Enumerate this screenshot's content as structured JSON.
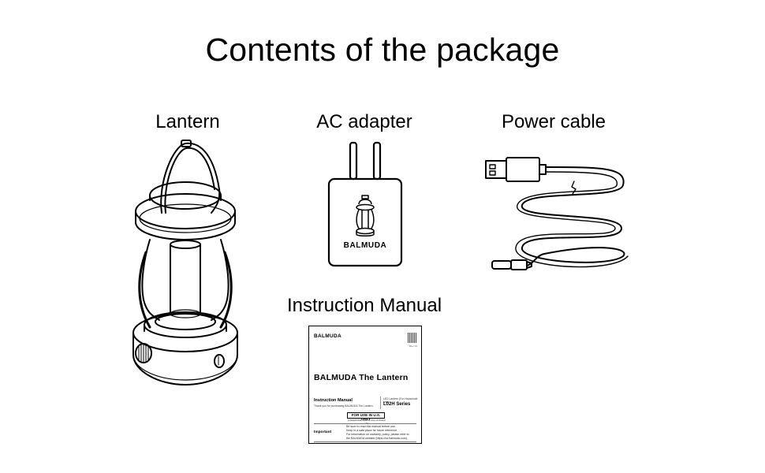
{
  "page": {
    "title": "Contents of the package"
  },
  "items": {
    "lantern": {
      "label": "Lantern"
    },
    "adapter": {
      "label": "AC adapter",
      "brand": "BALMUDA"
    },
    "cable": {
      "label": "Power cable"
    },
    "manual": {
      "label": "Instruction Manual",
      "brand": "BALMUDA",
      "revision": "Rev. 01",
      "product": "BALMUDA The Lantern",
      "heading": "Instruction Manual",
      "thanks": "Thank you for purchasing BALMUDA The Lantern.",
      "model_small": "LED Lantern (For Household Use)",
      "model": "L02H Series",
      "for_use": "FOR USE IN U.S. ONLY",
      "for_use_sub": "(UNDERSIDE SIDE IS USA ONTARIO HE)",
      "important": "Important",
      "notes": [
        "Be sure to read this manual before use.",
        "Keep in a safe place for future reference.",
        "For information on warranty, policy, please refer to",
        "the BALMUDA website (https://us.balmuda.com)."
      ]
    }
  }
}
